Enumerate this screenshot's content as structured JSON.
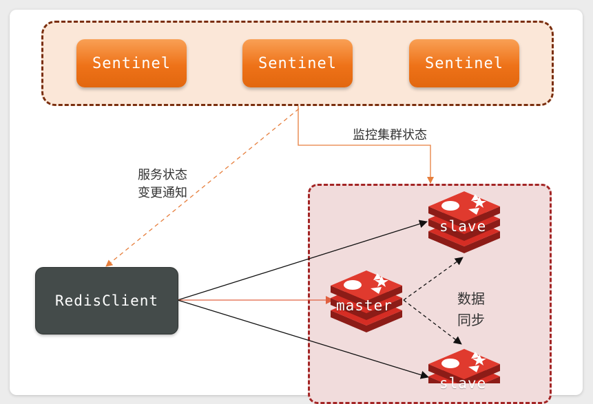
{
  "sentinels": {
    "s1": "Sentinel",
    "s2": "Sentinel",
    "s3": "Sentinel"
  },
  "client": {
    "label": "RedisClient"
  },
  "labels": {
    "monitor": "监控集群状态",
    "notify_line1": "服务状态",
    "notify_line2": "变更通知",
    "sync_line1": "数据",
    "sync_line2": "同步"
  },
  "nodes": {
    "slave_top": "slave",
    "master": "master",
    "slave_bottom": "slave"
  },
  "colors": {
    "sentinel": "#ee7218",
    "client": "#444b4a",
    "redis": "#d52d24",
    "sentinel_border": "#7a2e0e",
    "cluster_border": "#a32525"
  }
}
